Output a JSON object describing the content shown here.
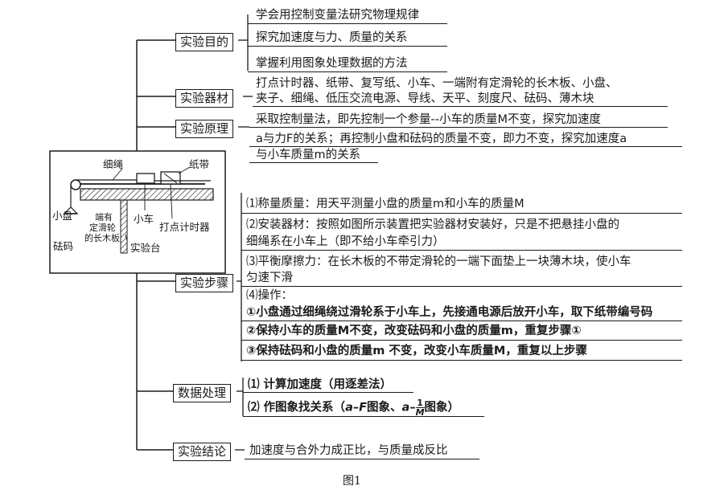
{
  "title_figure": "图1",
  "apparatus": {
    "labels": {
      "rope": "细绳",
      "tape": "纸带",
      "pan": "小盘",
      "weights": "砝码",
      "board_line1": "端有",
      "board_line2": "定滑轮",
      "board_line3": "的长木板",
      "car": "小车",
      "timer": "打点计时器",
      "table": "实验台"
    }
  },
  "branches": {
    "purpose": {
      "label": "实验目的",
      "items": [
        "学会用控制变量法研究物理规律",
        "探究加速度与力、质量的关系",
        "掌握利用图象处理数据的方法"
      ]
    },
    "materials": {
      "label": "实验器材",
      "lines": [
        "打点计时器、纸带、复写纸、小车、一端附有定滑轮的长木板、小盘、",
        "夹子、细绳、低压交流电源、导线、天平、刻度尺、砝码、薄木块"
      ]
    },
    "principle": {
      "label": "实验原理",
      "lines": [
        "采取控制量法，即先控制一个参量--小车的质量M不变，探究加速度",
        "a与力F的关系；再控制小盘和砝码的质量不变，即力不变，探究加速度a",
        "与小车质量m的关系"
      ]
    },
    "steps": {
      "label": "实验步骤",
      "items": [
        "⑴称量质量：用天平测量小盘的质量m和小车的质量M",
        "⑵安装器材：按照如图所示装置把实验器材安装好，只是不把悬挂小盘的",
        "细绳系在小车上（即不给小车牵引力）",
        "⑶平衡摩擦力：在长木板的不带定滑轮的一端下面垫上一块薄木块，使小车",
        "匀速下滑",
        "⑷操作：",
        "①小盘通过细绳绕过滑轮系于小车上，先接通电源后放开小车，取下纸带编号码",
        "②保持小车的质量M不变，改变砝码和小盘的质量m，重复步骤①",
        "③保持砝码和小盘的质量m 不变，改变小车质量M，重复以上步骤"
      ]
    },
    "data": {
      "label": "数据处理",
      "item1": "⑴ 计算加速度（用逐差法）",
      "item2_prefix": "⑵ 作图象找关系（",
      "item2_a": "a",
      "item2_dash1": "–",
      "item2_F": "F",
      "item2_mid": "图象、",
      "item2_a2": "a",
      "item2_dash2": "–",
      "item2_num": "1",
      "item2_den": "M",
      "item2_suffix": "图象）"
    },
    "conclusion": {
      "label": "实验结论",
      "text": "加速度与合外力成正比，与质量成反比"
    }
  }
}
